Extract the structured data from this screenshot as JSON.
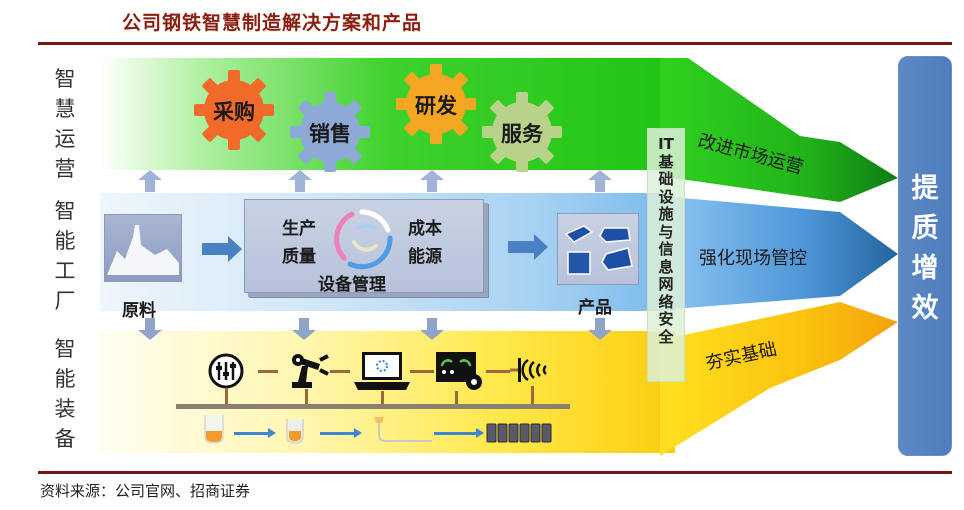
{
  "header": {
    "title": "公司钢铁智慧制造解决方案和产品"
  },
  "side_labels": {
    "smart_operation": "智慧运营",
    "smart_factory": "智能工厂",
    "smart_equipment": "智能装备"
  },
  "operation_layer": {
    "gears": [
      {
        "label": "采购",
        "color": "#f26a2a"
      },
      {
        "label": "销售",
        "color": "#8fa9d6"
      },
      {
        "label": "研发",
        "color": "#f5a623"
      },
      {
        "label": "服务",
        "color": "#b9d28a"
      }
    ]
  },
  "factory_layer": {
    "raw_material": "原料",
    "center_box": {
      "top_left": "生产",
      "bottom_left": "质量",
      "top_right": "成本",
      "bottom_right": "能源",
      "bottom": "设备管理"
    },
    "product": "产品"
  },
  "equipment_layer": {
    "devices": [
      "control-panel-icon",
      "robot-arm-icon",
      "laptop-icon",
      "gauge-gear-icon",
      "sensor-wave-icon"
    ],
    "process_flow": [
      "ladle-icon",
      "furnace-icon",
      "caster-icon",
      "slab-stack-icon"
    ]
  },
  "it_strip": {
    "label": "IT基础设施与信息网络安全"
  },
  "outcomes": [
    {
      "label": "改进市场运营",
      "color": "#1f9a22"
    },
    {
      "label": "强化现场管控",
      "color": "#2f6fb0"
    },
    {
      "label": "夯实基础",
      "color": "#f2a40e"
    }
  ],
  "result": {
    "label": "提质增效",
    "color": "#527fbf"
  },
  "footer": {
    "source": "资料来源：公司官网、招商证券"
  },
  "colors": {
    "title": "#8a1f10",
    "rule": "#7a1414"
  }
}
